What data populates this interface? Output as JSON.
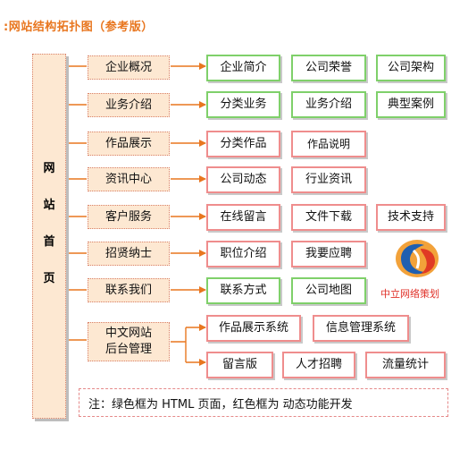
{
  "title": ":网站结构拓扑图（参考版）",
  "root": {
    "chars": [
      "网",
      "站",
      "首",
      "页"
    ]
  },
  "categories": [
    {
      "label": "企业概况",
      "children": [
        {
          "label": "企业简介",
          "kind": "green"
        },
        {
          "label": "公司荣誉",
          "kind": "green"
        },
        {
          "label": "公司架构",
          "kind": "green"
        }
      ]
    },
    {
      "label": "业务介绍",
      "children": [
        {
          "label": "分类业务",
          "kind": "green"
        },
        {
          "label": "业务介绍",
          "kind": "green"
        },
        {
          "label": "典型案例",
          "kind": "green"
        }
      ]
    },
    {
      "label": "作品展示",
      "children": [
        {
          "label": "分类作品",
          "kind": "red"
        },
        {
          "label": "作品说明",
          "kind": "red"
        }
      ]
    },
    {
      "label": "资讯中心",
      "children": [
        {
          "label": "公司动态",
          "kind": "red"
        },
        {
          "label": "行业资讯",
          "kind": "red"
        }
      ]
    },
    {
      "label": "客户服务",
      "children": [
        {
          "label": "在线留言",
          "kind": "red"
        },
        {
          "label": "文件下载",
          "kind": "red"
        },
        {
          "label": "技术支持",
          "kind": "red"
        }
      ]
    },
    {
      "label": "招贤纳士",
      "children": [
        {
          "label": "职位介绍",
          "kind": "red"
        },
        {
          "label": "我要应聘",
          "kind": "red"
        }
      ]
    },
    {
      "label": "联系我们",
      "children": [
        {
          "label": "联系方式",
          "kind": "green"
        },
        {
          "label": "公司地图",
          "kind": "green"
        }
      ]
    }
  ],
  "backend": {
    "label_line1": "中文网站",
    "label_line2": "后台管理",
    "row1": [
      {
        "label": "作品展示系统"
      },
      {
        "label": "信息管理系统"
      }
    ],
    "row2": [
      {
        "label": "留言版"
      },
      {
        "label": "人才招聘"
      },
      {
        "label": "流量统计"
      }
    ]
  },
  "logo": {
    "text": "中立网络策划"
  },
  "note": "注：绿色框为 HTML 页面，红色框为 动态功能开发",
  "colors": {
    "accent": "#e8761f",
    "green_border": "#7fd06a",
    "red_border": "#ef8d8d",
    "category_fill": "#fde8d2"
  }
}
